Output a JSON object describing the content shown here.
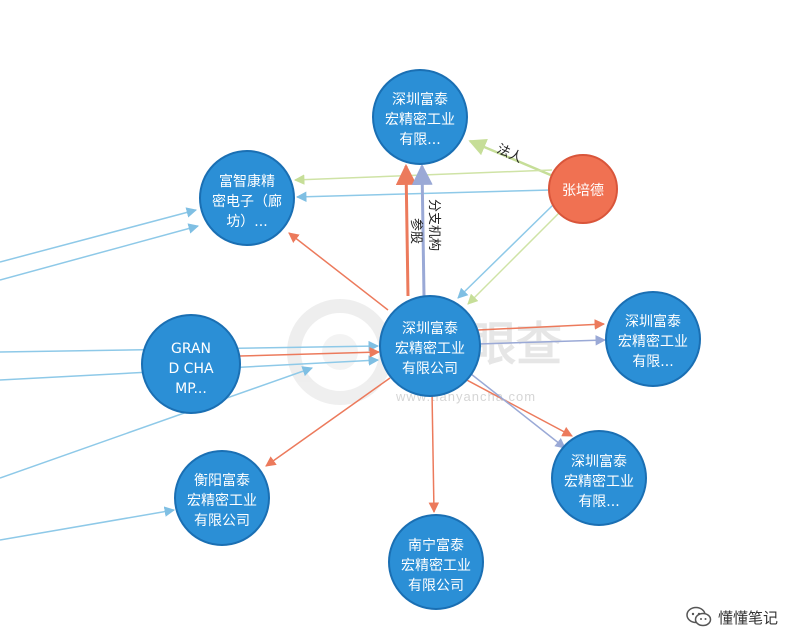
{
  "watermark": {
    "brand": "眼查",
    "url": "www.tianyancha.com"
  },
  "footer": {
    "text": "懂懂笔记",
    "icon": "wechat-icon"
  },
  "colors": {
    "company": "#2b8fd6",
    "company_stroke": "#1a6fb3",
    "person": "#f07152",
    "person_stroke": "#d9553a",
    "edge_blue": "#8ec9e8",
    "edge_red": "#ec7a5c",
    "edge_green": "#cfe3a6",
    "edge_purple": "#9aa9d6"
  },
  "nodes": [
    {
      "id": "center",
      "type": "company",
      "label_lines": [
        "深圳富泰",
        "宏精密工业",
        "有限公司"
      ]
    },
    {
      "id": "top",
      "type": "company",
      "label_lines": [
        "深圳富泰",
        "宏精密工业",
        "有限..."
      ]
    },
    {
      "id": "fuzhi",
      "type": "company",
      "label_lines": [
        "富智康精",
        "密电子（廊",
        "坊）..."
      ]
    },
    {
      "id": "person",
      "type": "person",
      "label_lines": [
        "张培德"
      ]
    },
    {
      "id": "grand",
      "type": "company",
      "label_lines": [
        "GRAN",
        "D CHA",
        "MP..."
      ]
    },
    {
      "id": "right1",
      "type": "company",
      "label_lines": [
        "深圳富泰",
        "宏精密工业",
        "有限..."
      ]
    },
    {
      "id": "right2",
      "type": "company",
      "label_lines": [
        "深圳富泰",
        "宏精密工业",
        "有限..."
      ]
    },
    {
      "id": "hengyang",
      "type": "company",
      "label_lines": [
        "衡阳富泰",
        "宏精密工业",
        "有限公司"
      ]
    },
    {
      "id": "nanning",
      "type": "company",
      "label_lines": [
        "南宁富泰",
        "宏精密工业",
        "有限公司"
      ]
    }
  ],
  "edge_labels": {
    "legal_rep": "法人",
    "branch": "分支机构",
    "share": "参股"
  }
}
